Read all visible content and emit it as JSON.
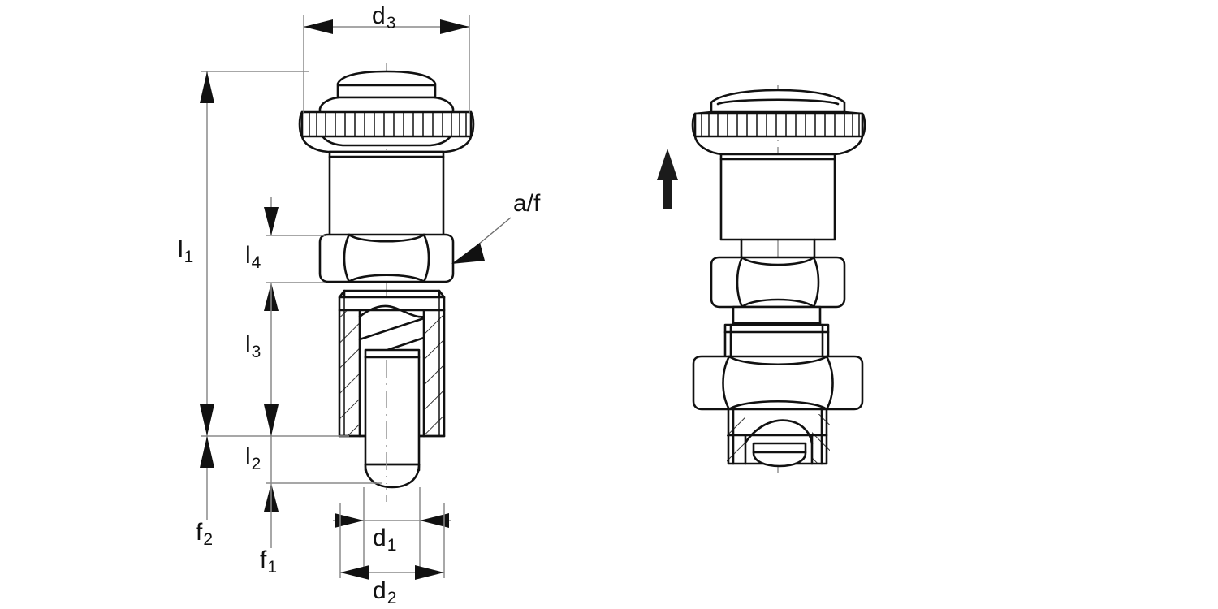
{
  "drawing": {
    "title": "Indexing plunger with rest position – dimensioned technical drawing",
    "type": "engineering-line-drawing",
    "background_color": "#ffffff",
    "line_color": "#111111",
    "dimension_line_color": "#8a8a8a",
    "center_line_color": "#9a9a9a"
  },
  "dimensions": {
    "d1": {
      "label": "d",
      "sub": "1",
      "meaning": "plunger pin diameter",
      "orientation": "horizontal"
    },
    "d2": {
      "label": "d",
      "sub": "2",
      "meaning": "thread / body diameter",
      "orientation": "horizontal"
    },
    "d3": {
      "label": "d",
      "sub": "3",
      "meaning": "knob diameter",
      "orientation": "horizontal"
    },
    "l1": {
      "label": "l",
      "sub": "1",
      "meaning": "overall length",
      "orientation": "vertical"
    },
    "l2": {
      "label": "l",
      "sub": "2",
      "meaning": "plunger pin projection length",
      "orientation": "vertical"
    },
    "l3": {
      "label": "l",
      "sub": "3",
      "meaning": "thread length",
      "orientation": "vertical"
    },
    "l4": {
      "label": "l",
      "sub": "4",
      "meaning": "hex nut height",
      "orientation": "vertical"
    },
    "f1": {
      "label": "f",
      "sub": "1",
      "meaning": "reference datum 1",
      "orientation": "vertical"
    },
    "f2": {
      "label": "f",
      "sub": "2",
      "meaning": "reference datum 2",
      "orientation": "vertical"
    },
    "af": {
      "label": "a/f",
      "sub": "",
      "meaning": "across flats of hex nut",
      "orientation": "leader"
    }
  },
  "views": {
    "section_view": {
      "name": "sectioned front view",
      "position": "left",
      "parts": [
        "knurled-knob",
        "body-sleeve",
        "hex-nut",
        "threaded-sleeve",
        "plunger-pin"
      ]
    },
    "assembly_view": {
      "name": "assembly view in raised position",
      "position": "right",
      "parts": [
        "knurled-knob",
        "body-sleeve",
        "upper-hex-nut",
        "lower-hex-nut",
        "plunger-housing"
      ],
      "annotation_arrow": "pull-up-direction-arrow"
    }
  },
  "labels_visible": [
    "d₃",
    "l₁",
    "l₄",
    "l₃",
    "l₂",
    "f₂",
    "f₁",
    "a/f",
    "d₁",
    "d₂"
  ]
}
